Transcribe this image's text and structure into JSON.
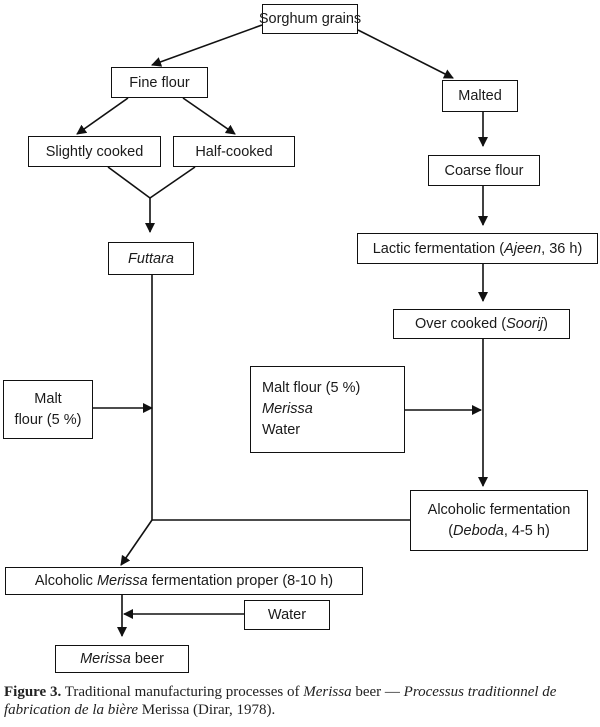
{
  "nodes": {
    "sorghum": "Sorghum grains",
    "fine_flour": "Fine flour",
    "malted": "Malted",
    "slightly_cooked": "Slightly cooked",
    "half_cooked": "Half-cooked",
    "coarse_flour": "Coarse flour",
    "futtara": "Futtara",
    "lactic": {
      "before": "Lactic fermentation (",
      "italic": "Ajeen",
      "after": ", 36 h)"
    },
    "over_cooked": {
      "before": "Over cooked (",
      "italic": "Soorij",
      "after": ")"
    },
    "malt_flour_left": {
      "line1": "Malt",
      "line2": "flour (5 %)"
    },
    "inputs_right": {
      "line1": "Malt flour (5 %)",
      "line2": "Merissa",
      "line3": "Water"
    },
    "alcoholic_deboda": {
      "line1": "Alcoholic fermentation",
      "line2_italic": "Deboda",
      "line2_after": ", 4-5 h)",
      "line2_before": "("
    },
    "alcoholic_merissa": {
      "before": "Alcoholic ",
      "italic": "Merissa",
      "after": " fermentation proper (8-10 h)"
    },
    "water": "Water",
    "merissa_beer": {
      "italic": "Merissa",
      "after": " beer"
    }
  },
  "caption": {
    "label": "Figure 3.",
    "text1": " Traditional manufacturing processes of ",
    "italic1": "Merissa",
    "text2": " beer — ",
    "italic2": "Processus traditionnel de fabrication de la bière",
    "text3": " Merissa (Dirar, 1978)."
  }
}
